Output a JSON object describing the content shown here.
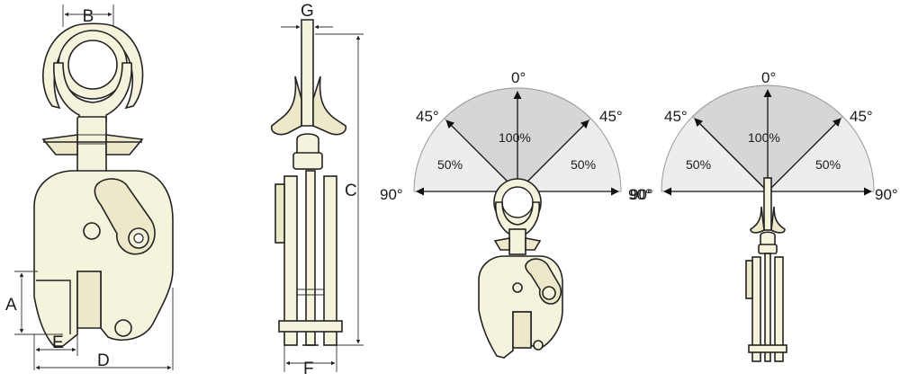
{
  "dimensions": {
    "A": "A",
    "B": "B",
    "C": "C",
    "D": "D",
    "E": "E",
    "F": "F",
    "G": "G"
  },
  "capacity_diagrams": [
    {
      "angle_top": "0°",
      "angle_left_45": "45°",
      "angle_right_45": "45°",
      "angle_left_90": "90°",
      "angle_right_90": "90°",
      "center_capacity": "100%",
      "left_capacity": "50%",
      "right_capacity": "50%"
    },
    {
      "angle_top": "0°",
      "angle_left_45": "45°",
      "angle_right_45": "45°",
      "angle_left_90": "90°",
      "angle_right_90": "90°",
      "center_capacity": "100%",
      "left_capacity": "50%",
      "right_capacity": "50%"
    }
  ],
  "colors": {
    "outline": "#222222",
    "body_fill": "#f6f3dc",
    "sector_center": "#d6d6d6",
    "sector_side": "#ededed"
  }
}
